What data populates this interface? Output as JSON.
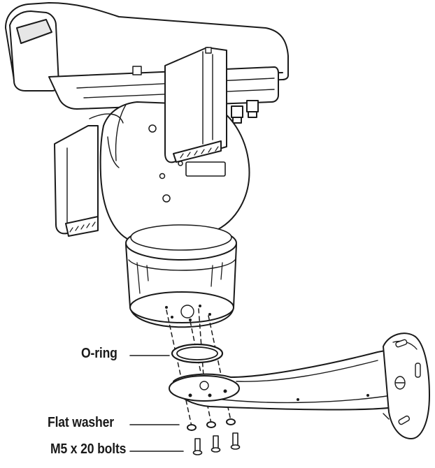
{
  "callouts": {
    "oring": "O-ring",
    "washer": "Flat washer",
    "bolts": "M5 x 20 bolts"
  },
  "colors": {
    "line": "#1a1a1a",
    "fill": "#ffffff",
    "shade": "#d9d9d9",
    "dark": "#2a2a2a"
  }
}
